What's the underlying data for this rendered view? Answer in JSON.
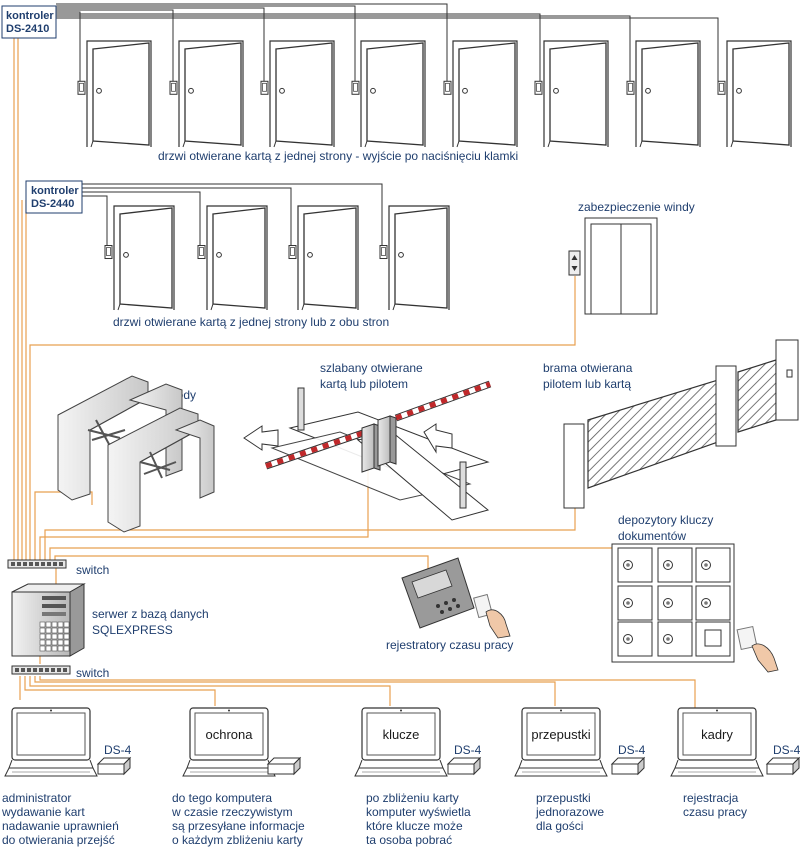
{
  "controllers": [
    {
      "line1": "kontroler",
      "line2": "DS-2410"
    },
    {
      "line1": "kontroler",
      "line2": "DS-2440"
    }
  ],
  "labels": {
    "doors_one_side_exit": "drzwi otwierane kartą z jednej strony - wyjście po naciśnięciu klamki",
    "doors_one_or_both": "drzwi otwierane kartą z jednej strony lub z obu stron",
    "elevator": "zabezpieczenie windy",
    "tripods": "tripody",
    "barrier": [
      "szlabany otwierane",
      "kartą lub pilotem"
    ],
    "gate": [
      "brama otwierana",
      "pilotem lub kartą"
    ],
    "switch_top": "switch",
    "switch_bottom": "switch",
    "server": [
      "serwer z bazą danych",
      "SQLEXPRESS"
    ],
    "time_recorders": "rejestratory czasu pracy",
    "key_deposits": [
      "depozytory kluczy",
      "dokumentów"
    ]
  },
  "workstations": [
    {
      "screen": "",
      "reader": "DS-4",
      "caption": [
        "administrator",
        "wydawanie kart",
        "nadawanie uprawnień",
        "do otwierania przejść"
      ]
    },
    {
      "screen": "ochrona",
      "reader": "",
      "caption": [
        "do tego komputera",
        "w czasie rzeczywistym",
        "są przesyłane informacje",
        "o każdym zbliżeniu karty"
      ]
    },
    {
      "screen": "klucze",
      "reader": "DS-4",
      "caption": [
        "po zbliżeniu karty",
        "komputer wyświetla",
        "które klucze może",
        "ta osoba pobrać"
      ]
    },
    {
      "screen": "przepustki",
      "reader": "DS-4",
      "caption": [
        "przepustki",
        "jednorazowe",
        "dla gości"
      ]
    },
    {
      "screen": "kadry",
      "reader": "DS-4",
      "caption": [
        "rejestracja",
        "czasu pracy"
      ]
    }
  ],
  "colors": {
    "wiring": "#e8a050",
    "text": "#1f3e6e",
    "lines": "#333333"
  }
}
